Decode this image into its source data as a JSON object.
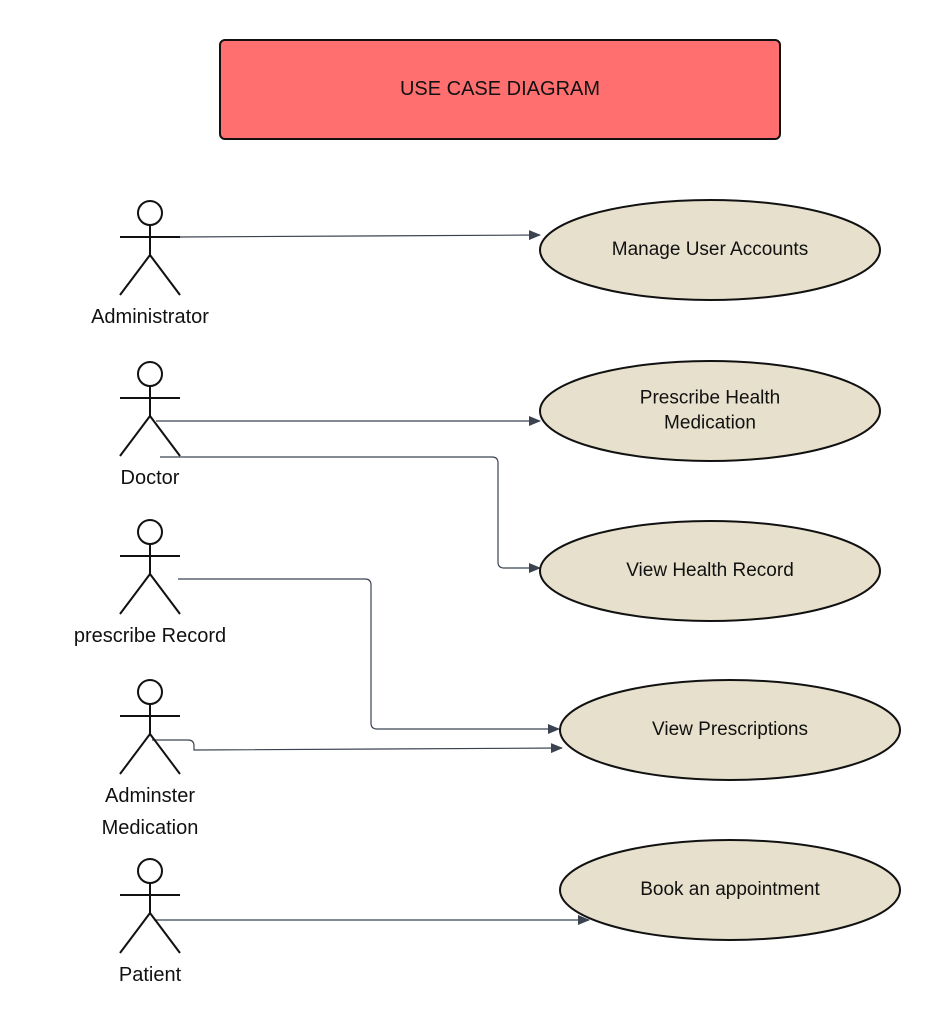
{
  "title": "USE CASE DIAGRAM",
  "colors": {
    "title_fill": "#FF6F6F",
    "usecase_fill": "#E6E0CC",
    "stroke": "#111111",
    "edge": "#3B4350"
  },
  "actors": [
    {
      "id": "administrator",
      "lines": [
        "Administrator"
      ]
    },
    {
      "id": "doctor",
      "lines": [
        "Doctor"
      ]
    },
    {
      "id": "prescribe-record",
      "lines": [
        "prescribe Record"
      ]
    },
    {
      "id": "adminster-medication",
      "lines": [
        "Adminster",
        "Medication"
      ]
    },
    {
      "id": "patient",
      "lines": [
        "Patient"
      ]
    }
  ],
  "use_cases": [
    {
      "id": "manage-user-accounts",
      "lines": [
        "Manage User Accounts"
      ]
    },
    {
      "id": "prescribe-health-medication",
      "lines": [
        "Prescribe Health",
        "Medication"
      ]
    },
    {
      "id": "view-health-record",
      "lines": [
        "View Health Record"
      ]
    },
    {
      "id": "view-prescriptions",
      "lines": [
        "View Prescriptions"
      ]
    },
    {
      "id": "book-an-appointment",
      "lines": [
        "Book an appointment"
      ]
    }
  ],
  "associations": [
    {
      "from": "administrator",
      "to": "manage-user-accounts"
    },
    {
      "from": "doctor",
      "to": "prescribe-health-medication"
    },
    {
      "from": "doctor",
      "to": "view-health-record"
    },
    {
      "from": "prescribe-record",
      "to": "view-prescriptions"
    },
    {
      "from": "adminster-medication",
      "to": "view-prescriptions"
    },
    {
      "from": "patient",
      "to": "book-an-appointment"
    }
  ]
}
